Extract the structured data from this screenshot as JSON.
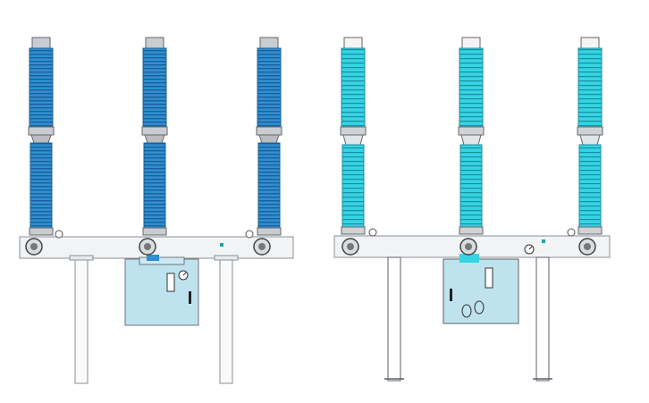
{
  "figure": {
    "panels": [
      {
        "id": "left",
        "columns": 3,
        "insulator_color": "#2f8fd2",
        "insulator_dark": "#1c5f96",
        "fitting_color": "#c9ccd1",
        "beam_color": "#f2f3f5",
        "cabinet_color": "#bfe3ee",
        "support_legs": 2
      },
      {
        "id": "right",
        "columns": 3,
        "insulator_color": "#35d4e4",
        "insulator_dark": "#1b8f9e",
        "fitting_color": "#d0d3d6",
        "beam_color": "#f2f3f5",
        "cabinet_color": "#bfe3ee",
        "support_legs": 2
      }
    ],
    "icons": [
      "insulator-column-icon",
      "gauge-dial-icon",
      "indicator-lamp-icon",
      "flange-fitting-icon"
    ]
  }
}
